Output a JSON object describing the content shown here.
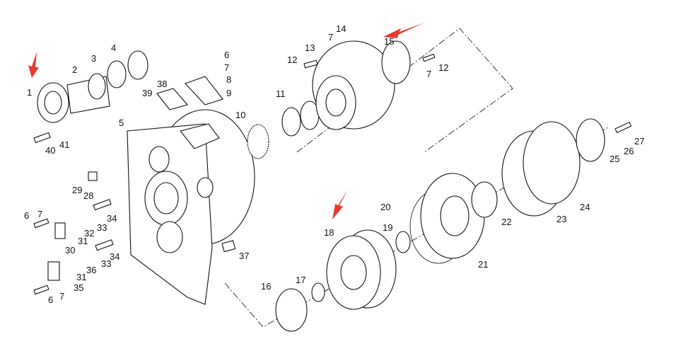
{
  "diagram": {
    "title": "Exploded parts view - torque converter transmission assembly",
    "accent_color": "#e8392d",
    "labels": [
      {
        "text": "1",
        "x_ref": "p1"
      },
      {
        "text": "2"
      },
      {
        "text": "3"
      },
      {
        "text": "4"
      },
      {
        "text": "5"
      },
      {
        "text": "6"
      },
      {
        "text": "7"
      },
      {
        "text": "8"
      },
      {
        "text": "9"
      },
      {
        "text": "38"
      },
      {
        "text": "39"
      },
      {
        "text": "10"
      },
      {
        "text": "11"
      },
      {
        "text": "12"
      },
      {
        "text": "13"
      },
      {
        "text": "7"
      },
      {
        "text": "14"
      },
      {
        "text": "15"
      },
      {
        "text": "12"
      },
      {
        "text": "7"
      },
      {
        "text": "40"
      },
      {
        "text": "41"
      },
      {
        "text": "29"
      },
      {
        "text": "28"
      },
      {
        "text": "6"
      },
      {
        "text": "7"
      },
      {
        "text": "34"
      },
      {
        "text": "32"
      },
      {
        "text": "33"
      },
      {
        "text": "30"
      },
      {
        "text": "31"
      },
      {
        "text": "34"
      },
      {
        "text": "33"
      },
      {
        "text": "36"
      },
      {
        "text": "31"
      },
      {
        "text": "35"
      },
      {
        "text": "6"
      },
      {
        "text": "7"
      },
      {
        "text": "37"
      },
      {
        "text": "18"
      },
      {
        "text": "16"
      },
      {
        "text": "17"
      },
      {
        "text": "19"
      },
      {
        "text": "20"
      },
      {
        "text": "21"
      },
      {
        "text": "22"
      },
      {
        "text": "23"
      },
      {
        "text": "24"
      },
      {
        "text": "25"
      },
      {
        "text": "26"
      },
      {
        "text": "27"
      }
    ]
  }
}
